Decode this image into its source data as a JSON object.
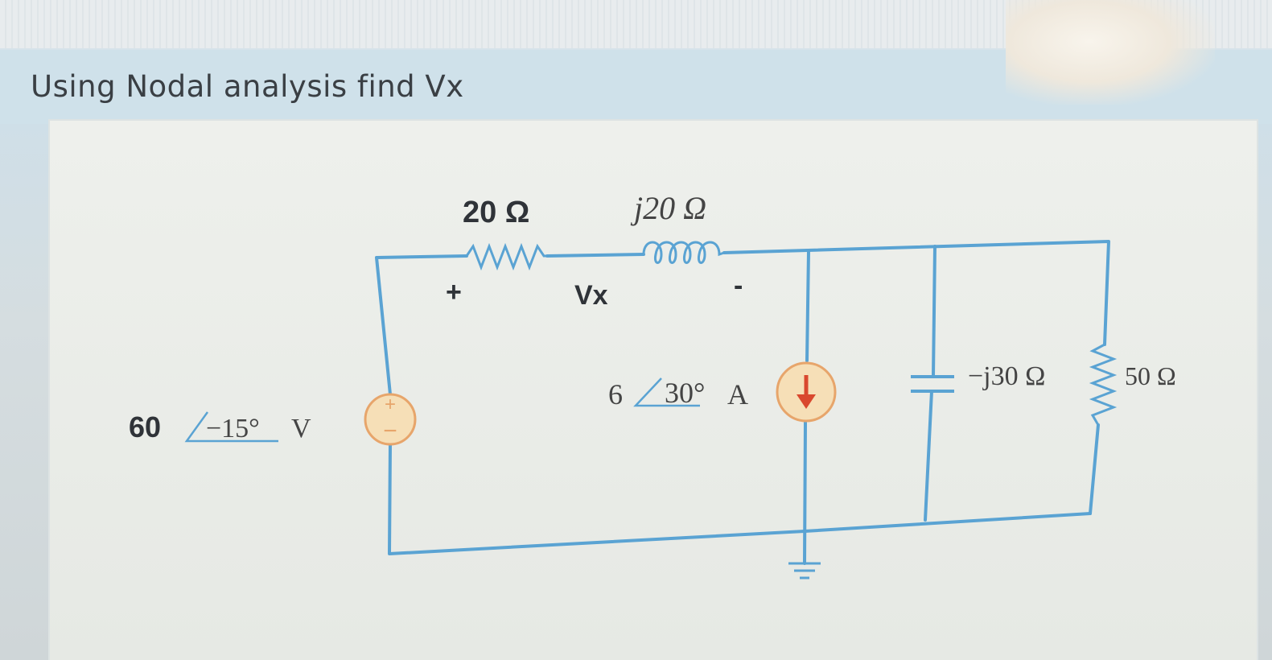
{
  "question": "Using Nodal analysis find Vx",
  "circuit": {
    "source_voltage": {
      "magnitude": "60",
      "angle": "−15°",
      "unit": "V"
    },
    "resistor_series": "20 Ω",
    "inductor": "j20 Ω",
    "vx_plus": "+",
    "vx_label": "Vx",
    "vx_minus": "-",
    "current_source": {
      "magnitude": "6",
      "angle": "30°",
      "unit": "A"
    },
    "capacitor": "−j30 Ω",
    "resistor_shunt": "50 Ω"
  },
  "colors": {
    "wire": "#5aa3d3",
    "source_fill": "#f6dfb7",
    "source_border": "#e7a56b",
    "arrow": "#d9482e"
  }
}
